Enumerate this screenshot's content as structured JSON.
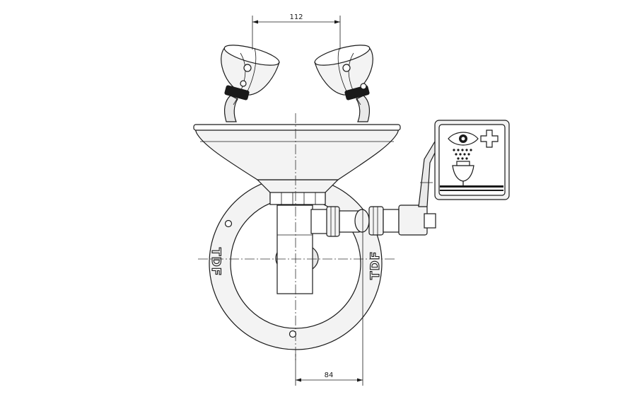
{
  "dimensions": {
    "top_width": "112",
    "bottom_offset": "84"
  },
  "brand": {
    "left_mark": "TDF",
    "right_mark": "TDF"
  },
  "colors": {
    "line": "#1a1a1a",
    "shade": "#e9e9e9",
    "background": "#ffffff"
  },
  "icons": [
    "eye-icon",
    "plus-icon",
    "shower-spray-icon"
  ]
}
